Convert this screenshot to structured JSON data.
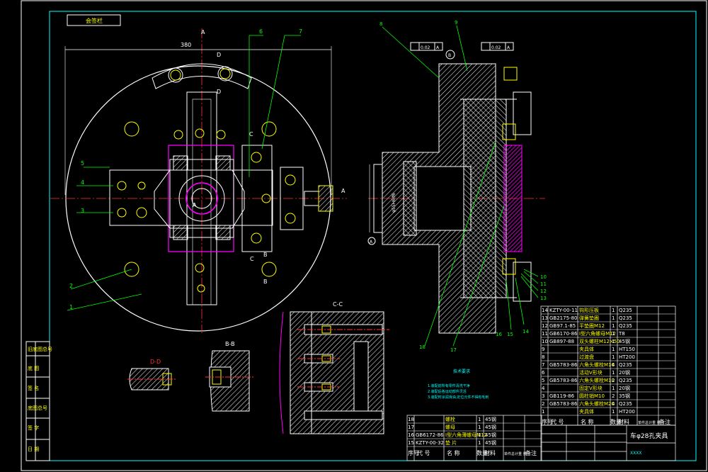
{
  "drawing": {
    "title_block": {
      "corner_label": "会签栏",
      "name": "车φ28孔夹具",
      "sub": "XXXX"
    },
    "left_strip": [
      "旧底图总号",
      "底 图",
      "签 名",
      "底图总号",
      "签 字",
      "日 期"
    ],
    "section_labels": {
      "cc": "C-C",
      "bb": "B-B",
      "dd": "D-D",
      "a": "A",
      "b": "B",
      "c": "C",
      "d": "D",
      "circle_a": "A",
      "circle_b": "B"
    },
    "dimensions": {
      "width": "380",
      "tol1": "0.02",
      "tol2": "0.02",
      "tol_ref": "A",
      "bore": "φ55H6/f6"
    },
    "callouts": [
      "1",
      "2",
      "3",
      "4",
      "5",
      "6",
      "7",
      "8",
      "9",
      "10",
      "11",
      "12",
      "13",
      "14",
      "15",
      "16",
      "17",
      "18"
    ],
    "notes": {
      "heading": "技术要求",
      "lines": [
        "1.装配前所有零件清洗干净",
        "2.装配后各运动部件灵活",
        "3.装配时涂润滑油,定位元件不得有毛刺"
      ]
    },
    "bom_right": [
      {
        "no": "14",
        "code": "KZTY-00-11",
        "name": "钩形压板",
        "qty": "1",
        "mat": "Q235"
      },
      {
        "no": "13",
        "code": "GB2175-80",
        "name": "弹簧垫圈",
        "qty": "1",
        "mat": "Q235"
      },
      {
        "no": "12",
        "code": "GB97.1-85",
        "name": "平垫圈M12",
        "qty": "1",
        "mat": "Q235"
      },
      {
        "no": "11",
        "code": "GB6170-86",
        "name": "I型六角螺母M12",
        "qty": "1",
        "mat": "T8"
      },
      {
        "no": "10",
        "code": "GB897-88",
        "name": "双头螺柱M12×50",
        "qty": "1",
        "mat": "45钢"
      },
      {
        "no": "9",
        "code": "",
        "name": "夹具体",
        "qty": "1",
        "mat": "HT150"
      },
      {
        "no": "8",
        "code": "",
        "name": "过渡盘",
        "qty": "1",
        "mat": "HT200"
      },
      {
        "no": "7",
        "code": "GB5783-86",
        "name": "六角头螺栓M16",
        "qty": "4",
        "mat": "Q235"
      },
      {
        "no": "6",
        "code": "",
        "name": "活动V形块",
        "qty": "1",
        "mat": "20钢"
      },
      {
        "no": "5",
        "code": "GB5783-86",
        "name": "六角头螺栓M10",
        "qty": "2",
        "mat": "Q235"
      },
      {
        "no": "4",
        "code": "",
        "name": "固定V形块",
        "qty": "1",
        "mat": "20钢"
      },
      {
        "no": "3",
        "code": "GB119-86",
        "name": "圆柱销M10",
        "qty": "2",
        "mat": "35钢"
      },
      {
        "no": "2",
        "code": "GB5783-86",
        "name": "六角头螺栓M20",
        "qty": "4",
        "mat": "Q235"
      },
      {
        "no": "1",
        "code": "",
        "name": "夹具体",
        "qty": "1",
        "mat": "HT200"
      }
    ],
    "bom_right_header": [
      "序号",
      "代 号",
      "名 称",
      "数量",
      "材料",
      "单件总计重 量",
      "备注"
    ],
    "bom_left": [
      {
        "no": "18",
        "code": "",
        "name": "螺栓",
        "qty": "1",
        "mat": "45钢"
      },
      {
        "no": "17",
        "code": "",
        "name": "螺母",
        "qty": "1",
        "mat": "45钢"
      },
      {
        "no": "16",
        "code": "GB6172-86",
        "name": "I型六角薄螺母M12",
        "qty": "1",
        "mat": "45钢"
      },
      {
        "no": "15",
        "code": "KZTY-00-32",
        "name": "垫 片",
        "qty": "1",
        "mat": "45钢"
      }
    ],
    "bom_left_header": [
      "序号",
      "代 号",
      "名 称",
      "数量",
      "材料",
      "单件总计重 量",
      "备注"
    ]
  }
}
